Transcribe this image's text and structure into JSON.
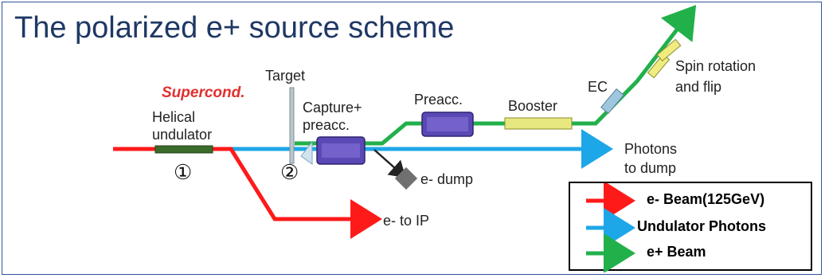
{
  "title": "The polarized e+ source scheme",
  "labels": {
    "supercond": "Supercond.",
    "helical_line1": "Helical",
    "helical_line2": "undulator",
    "target": "Target",
    "capture_line1": "Capture+",
    "capture_line2": "preacc.",
    "preacc": "Preacc.",
    "booster": "Booster",
    "ec": "EC",
    "spin_line1": "Spin rotation",
    "spin_line2": "and flip",
    "photons_line1": "Photons",
    "photons_line2": "to dump",
    "edump": "e- dump",
    "etoip": "e- to IP",
    "marker1": "①",
    "marker2": "②"
  },
  "legend": [
    {
      "text": "e- Beam(125GeV)",
      "color": "#ff1a1a"
    },
    {
      "text": "Undulator Photons",
      "color": "#1ea7e8"
    },
    {
      "text": "e+ Beam",
      "color": "#22b04b"
    }
  ],
  "colors": {
    "electron": "#ff1a1a",
    "photon": "#1ea7e8",
    "positron": "#22b04b",
    "undulator": "#3b6b2a",
    "cavity": "#4b3aa0",
    "booster": "#e8e880",
    "dump": "#707070"
  }
}
